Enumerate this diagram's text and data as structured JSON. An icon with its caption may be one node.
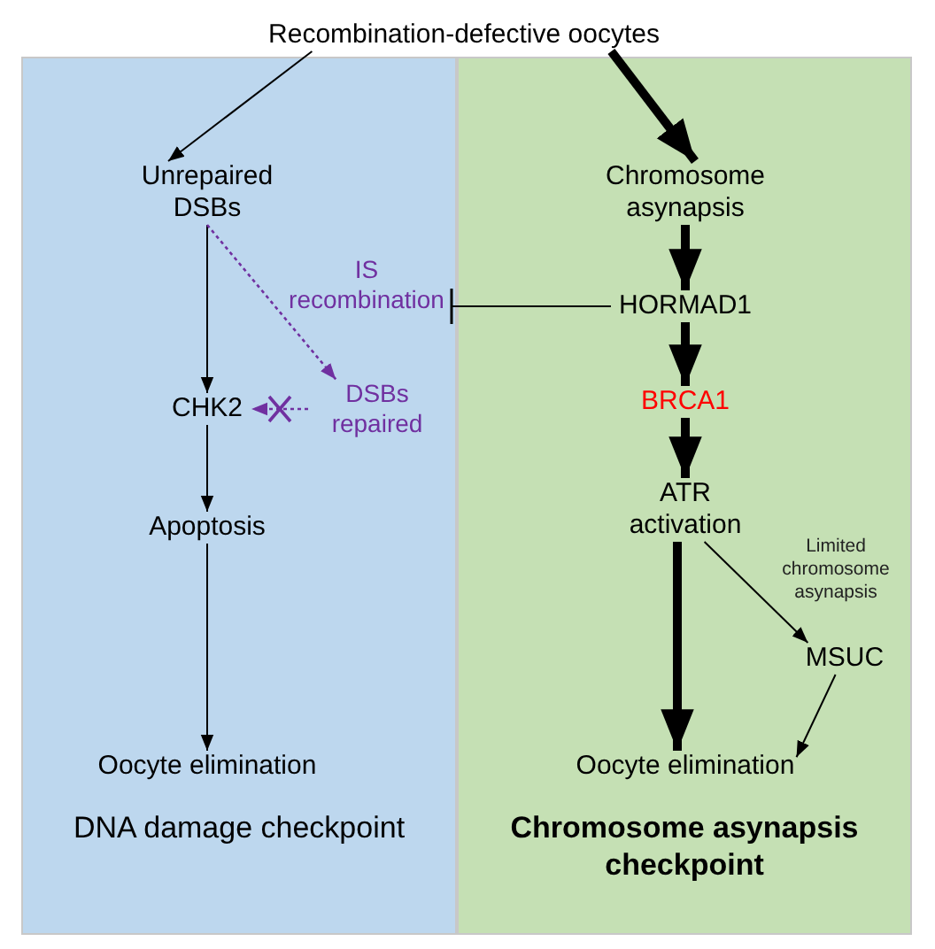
{
  "diagram": {
    "nodes": [
      {
        "text": [
          "Recombination-defective oocytes"
        ]
      },
      {
        "text": [
          "DNA damage checkpoint"
        ]
      },
      {
        "text": [
          "Unrepaired DSBs"
        ],
        "in": 1
      },
      {
        "text": [
          "IS recombination"
        ],
        "in": 1
      },
      {
        "text": [
          "CHK2"
        ],
        "in": 1
      },
      {
        "text": [
          "DSBs repaired"
        ],
        "in": 1
      },
      {
        "text": [
          "Apoptosis"
        ],
        "in": 1
      },
      {
        "text": [
          "Oocyte elimination"
        ],
        "in": 1
      },
      {
        "text": [
          "Chromosome asynapsis checkpoint"
        ]
      },
      {
        "text": [
          "Chromosome asynapsis"
        ],
        "in": 8
      },
      {
        "text": [
          "HORMAD1"
        ],
        "in": 8
      },
      {
        "text": [
          "BRCA1"
        ],
        "in": 8
      },
      {
        "text": [
          "ATR activation"
        ],
        "in": 8
      },
      {
        "text": [
          "MSUC"
        ],
        "in": 8
      },
      {
        "text": [
          "Oocyte elimination"
        ],
        "in": 8
      }
    ],
    "edges": [
      {
        "from": 0,
        "to": 2,
        "arrow": "to"
      },
      {
        "from": 0,
        "to": 9,
        "arrow": "to",
        "style": "thick"
      },
      {
        "from": 2,
        "to": 4,
        "arrow": "to"
      },
      {
        "from": 2,
        "to": 5,
        "arrow": "to",
        "style": "dashed",
        "color": "#7030a0"
      },
      {
        "from": 5,
        "to": 4,
        "arrow": "to",
        "style": "dashed",
        "color": "#7030a0"
      },
      {
        "from": 10,
        "to": 3,
        "arrow": "other"
      },
      {
        "from": 9,
        "to": 10,
        "arrow": "to",
        "style": "thick"
      },
      {
        "from": 10,
        "to": 11,
        "arrow": "to",
        "style": "thick"
      },
      {
        "from": 11,
        "to": 12,
        "arrow": "to",
        "style": "thick"
      },
      {
        "from": 12,
        "to": 14,
        "arrow": "to",
        "style": "thick"
      },
      {
        "from": 12,
        "to": 13,
        "arrow": "to",
        "label": "Limited chromosome asynapsis"
      },
      {
        "from": 13,
        "to": 14,
        "arrow": "to"
      },
      {
        "from": 4,
        "to": 6,
        "arrow": "to"
      },
      {
        "from": 6,
        "to": 7,
        "arrow": "to"
      }
    ]
  }
}
